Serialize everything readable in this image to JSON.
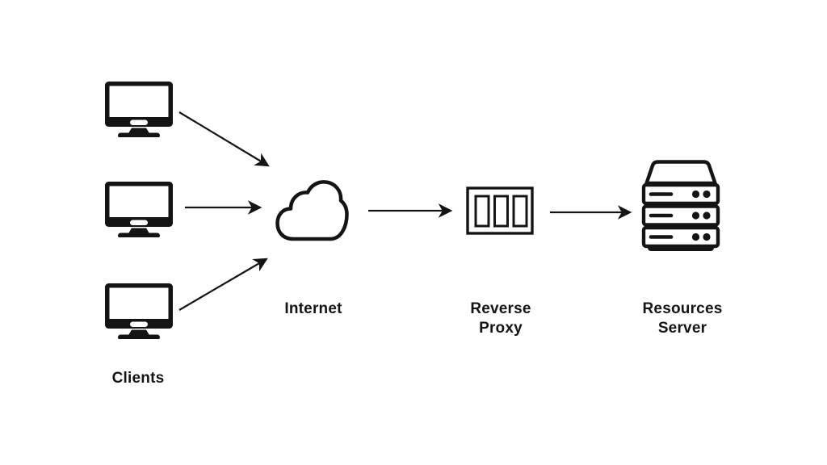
{
  "colors": {
    "ink": "#141414",
    "background": "#ffffff"
  },
  "diagram": {
    "type": "architecture-flow-diagram",
    "labels": {
      "clients": "Clients",
      "internet": "Internet",
      "reverse_proxy": "Reverse Proxy",
      "resources_server": "Resources Server"
    },
    "nodes": [
      {
        "id": "clients",
        "label": "Clients",
        "icon": "desktop-monitor-icon",
        "instance_count": 3
      },
      {
        "id": "internet",
        "label": "Internet",
        "icon": "cloud-icon"
      },
      {
        "id": "reverse_proxy",
        "label": "Reverse Proxy",
        "icon": "proxy-panel-icon"
      },
      {
        "id": "resources_server",
        "label": "Resources Server",
        "icon": "server-stack-icon"
      }
    ],
    "edges": [
      {
        "from": "client-1",
        "to": "internet"
      },
      {
        "from": "client-2",
        "to": "internet"
      },
      {
        "from": "client-3",
        "to": "internet"
      },
      {
        "from": "internet",
        "to": "reverse_proxy"
      },
      {
        "from": "reverse_proxy",
        "to": "resources_server"
      }
    ]
  }
}
